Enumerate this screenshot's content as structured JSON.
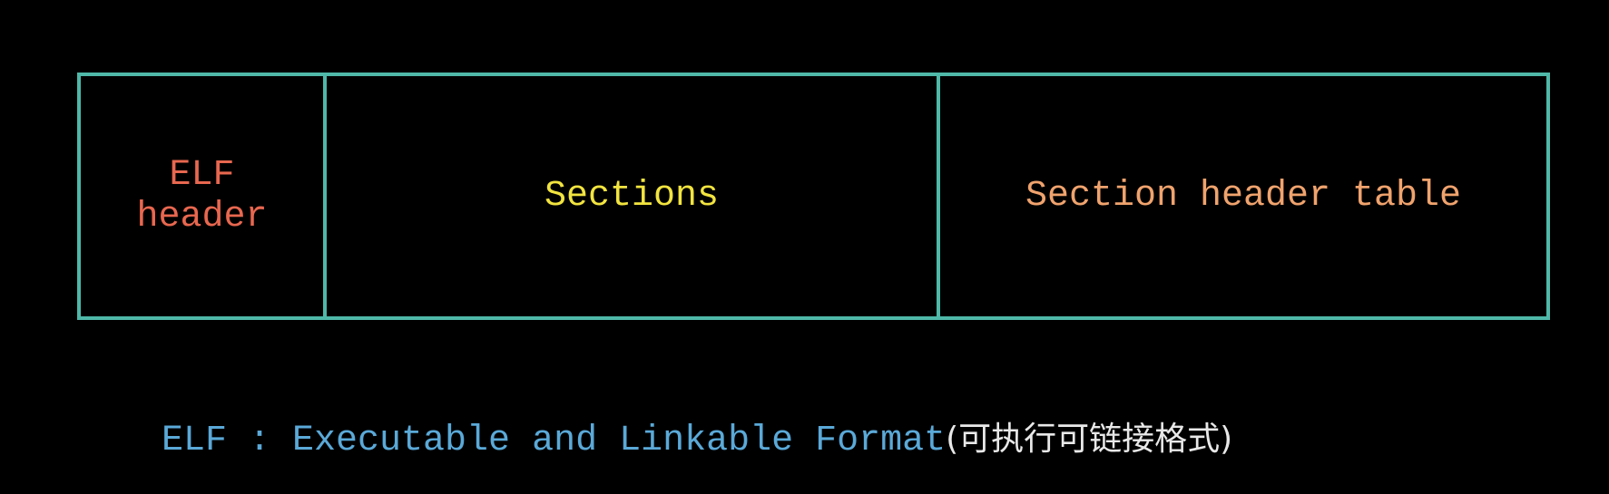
{
  "diagram": {
    "blocks": [
      {
        "label": "ELF\nheader",
        "color": "#e8674f"
      },
      {
        "label": "Sections",
        "color": "#f2e43f"
      },
      {
        "label": "Section header table",
        "color": "#f0a36d"
      }
    ],
    "border_color": "#4fb8a8"
  },
  "caption": {
    "english": "ELF : Executable and Linkable Format",
    "chinese": "(可执行可链接格式)",
    "english_color": "#5aa9d8",
    "chinese_color": "#e8e8e8"
  }
}
